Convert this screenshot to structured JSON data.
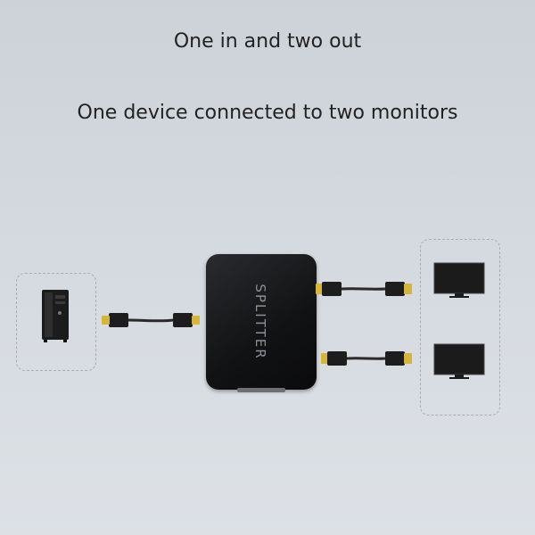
{
  "heading": {
    "line1": "One in and two out",
    "line2": "One device connected to two monitors"
  },
  "splitter": {
    "label": "SPLITTER"
  },
  "colors": {
    "background": "#d3d8de",
    "device_body": "#111214",
    "cable": "#2a2a2a",
    "connector_gold": "#d7b43a",
    "monitor_screen": "#1b1b1b"
  },
  "icons": {
    "source": "pc-tower-icon",
    "outputs": [
      "monitor-icon",
      "monitor-icon"
    ],
    "cables": [
      "hdmi-cable-icon",
      "hdmi-cable-icon",
      "hdmi-cable-icon"
    ]
  }
}
